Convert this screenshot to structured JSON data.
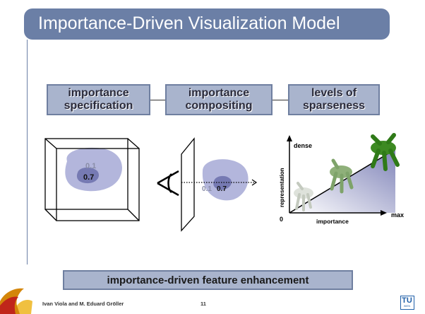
{
  "slide": {
    "title": "Importance-Driven Visualization Model",
    "pipeline": [
      "importance\nspecification",
      "importance\ncompositing",
      "levels of\nsparseness"
    ],
    "cube": {
      "outer_value": "0.1",
      "inner_value": "0.7"
    },
    "projection": {
      "outer_value": "0.1",
      "inner_value": "0.7"
    },
    "graph": {
      "y_axis_label": "representation",
      "y_top_label": "dense",
      "x_axis_label": "importance",
      "origin_label": "0",
      "x_max_label": "max"
    },
    "bottom_label": "importance-driven feature enhancement",
    "footer": {
      "authors": "Ivan Viola and M. Eduard Gröller",
      "page_number": "11"
    },
    "logo": {
      "text": "TU",
      "subtext": "WIEN"
    },
    "colors": {
      "title_bar": "#6b7fa6",
      "box_fill": "#a9b4cd",
      "box_border": "#6f7fa0",
      "blob_outer": "#b3b6dc",
      "blob_inner": "#767ab3"
    }
  }
}
